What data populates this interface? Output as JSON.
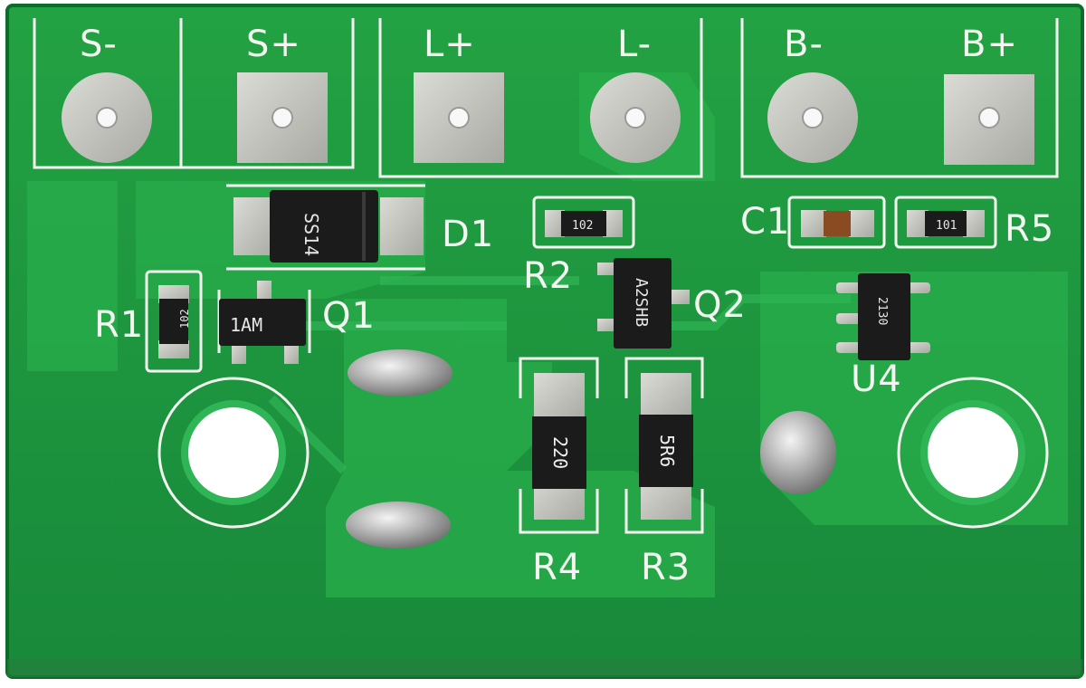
{
  "terminals": {
    "s_minus": "S-",
    "s_plus": "S+",
    "l_plus": "L+",
    "l_minus": "L-",
    "b_minus": "B-",
    "b_plus": "B+"
  },
  "designators": {
    "d1": "D1",
    "r1": "R1",
    "q1": "Q1",
    "r2": "R2",
    "q2": "Q2",
    "c1": "C1",
    "r5": "R5",
    "u4": "U4",
    "r4": "R4",
    "r3": "R3"
  },
  "markings": {
    "d1_chip": "SS14",
    "q1_chip": "1AM",
    "q2_chip": "A2SHB",
    "r1_chip": "102",
    "r2_chip": "102",
    "r5_chip": "101",
    "u4_chip": "2130",
    "r4_chip": "220",
    "r3_chip": "5R6"
  },
  "colors": {
    "board_green": "#1e9a3e",
    "copper_green": "#27ad4a",
    "silkscreen": "#f4f7f1",
    "pad_silver": "#c9c9c3",
    "chip_black": "#1b1b1b"
  }
}
